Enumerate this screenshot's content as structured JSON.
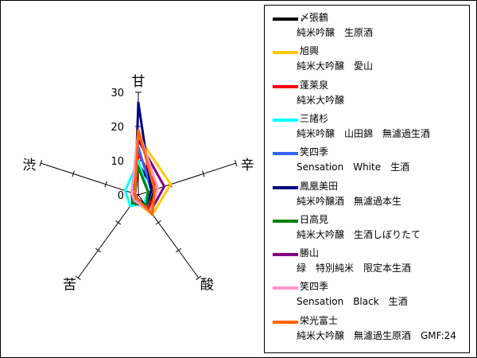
{
  "chart_data": {
    "type": "radar",
    "axes": [
      "甘",
      "辛",
      "酸",
      "苦",
      "渋"
    ],
    "tick_labels": [
      "0",
      "10",
      "20",
      "30"
    ],
    "rmax": 30,
    "series": [
      {
        "name": "〆張鶴",
        "description": "純米吟醸　生原酒",
        "color": "#000000",
        "values": [
          9,
          5,
          5,
          2,
          1
        ]
      },
      {
        "name": "旭興",
        "description": "純米大吟醸　愛山",
        "color": "#FFC800",
        "values": [
          17,
          10,
          7,
          2,
          2
        ]
      },
      {
        "name": "蓬莱泉",
        "description": "純米大吟醸",
        "color": "#FF0000",
        "values": [
          12,
          6,
          5,
          2,
          1
        ]
      },
      {
        "name": "三諸杉",
        "description": "純米吟醸　山田錦　無濾過生酒",
        "color": "#00FFFF",
        "values": [
          10,
          3,
          3,
          4,
          4
        ]
      },
      {
        "name": "笑四季",
        "description": "Sensation　White　生酒",
        "color": "#3264FF",
        "values": [
          14,
          4,
          4,
          2,
          2
        ]
      },
      {
        "name": "鳳凰美田",
        "description": "純米吟醸酒　無濾過本生",
        "color": "#000080",
        "values": [
          27,
          4,
          4,
          1,
          1
        ]
      },
      {
        "name": "日高見",
        "description": "純米大吟醸　生酒しぼりたて",
        "color": "#008000",
        "values": [
          8,
          3,
          4,
          3,
          2
        ]
      },
      {
        "name": "勝山",
        "description": "緑　特別純米　限定本生酒",
        "color": "#800080",
        "values": [
          16,
          8,
          6,
          2,
          2
        ]
      },
      {
        "name": "笑四季",
        "description": "Sensation　Black　生酒",
        "color": "#FF96C8",
        "values": [
          19,
          6,
          6,
          2,
          2
        ]
      },
      {
        "name": "栄光富士",
        "description": "純米大吟醸　無濾過生原酒　GMF:24",
        "color": "#FF6400",
        "values": [
          19,
          5,
          7,
          1,
          1
        ]
      }
    ]
  }
}
